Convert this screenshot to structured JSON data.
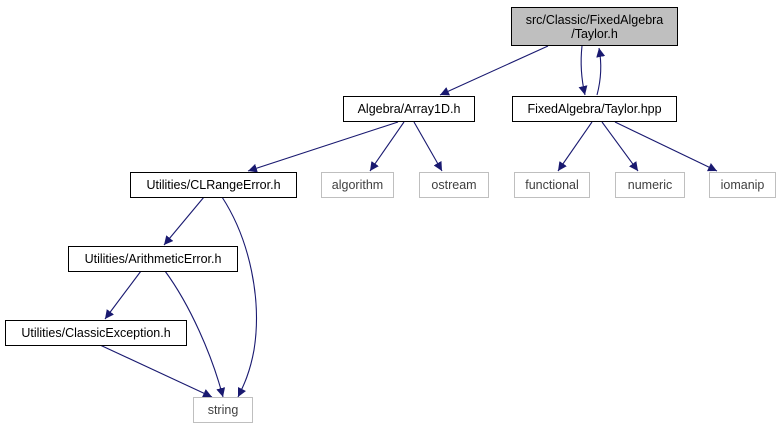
{
  "colors": {
    "edge": "#191970",
    "root_fill": "#bfbfbf",
    "node_border": "#000000",
    "external_border": "#bfbfbf"
  },
  "nodes": {
    "root": {
      "line1": "src/Classic/FixedAlgebra",
      "line2": "/Taylor.h"
    },
    "array1d": {
      "label": "Algebra/Array1D.h"
    },
    "taylor_hpp": {
      "label": "FixedAlgebra/Taylor.hpp"
    },
    "clrangeerror": {
      "label": "Utilities/CLRangeError.h"
    },
    "algorithm": {
      "label": "algorithm"
    },
    "ostream": {
      "label": "ostream"
    },
    "functional": {
      "label": "functional"
    },
    "numeric": {
      "label": "numeric"
    },
    "iomanip": {
      "label": "iomanip"
    },
    "arithmeticerror": {
      "label": "Utilities/ArithmeticError.h"
    },
    "classicexception": {
      "label": "Utilities/ClassicException.h"
    },
    "string": {
      "label": "string"
    }
  }
}
